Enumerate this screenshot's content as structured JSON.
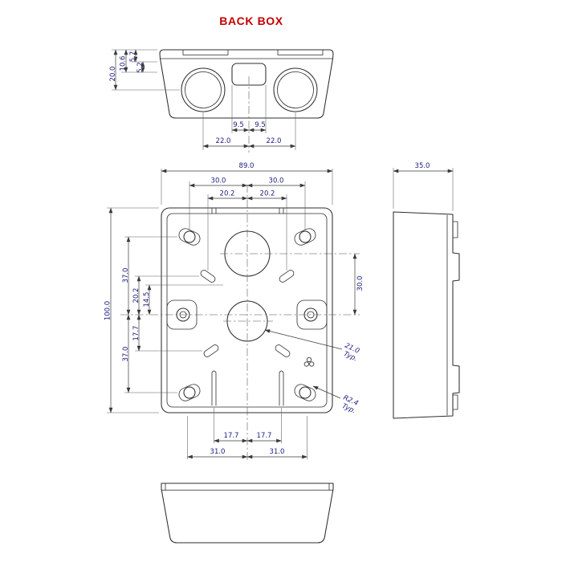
{
  "title": "BACK BOX",
  "colors": {
    "title": "#c40000",
    "dimension_text": "#1b1b80",
    "line": "#2d2d2d"
  },
  "dims": {
    "top_height": "20.0",
    "top_h106": "10.6",
    "top_h57": "5.7",
    "top_h52": "5.2",
    "top_95_left": "9.5",
    "top_95_right": "9.5",
    "top_22_left": "22.0",
    "top_22_right": "22.0",
    "front_width": "89.0",
    "front_30_left": "30.0",
    "front_30_right": "30.0",
    "front_202_left": "20.2",
    "front_202_right": "20.2",
    "front_height": "100.0",
    "left_37_top": "37.0",
    "left_202": "20.2",
    "left_145": "14.5",
    "left_177": "17.7",
    "left_37_bottom": "37.0",
    "right_30": "30.0",
    "note_dia": "21.0",
    "note_dia_typ": "Typ.",
    "note_rad": "R2.4",
    "note_rad_typ": "Typ.",
    "bottom_177_left": "17.7",
    "bottom_177_right": "17.7",
    "bottom_31_left": "31.0",
    "bottom_31_right": "31.0",
    "side_depth": "35.0"
  }
}
